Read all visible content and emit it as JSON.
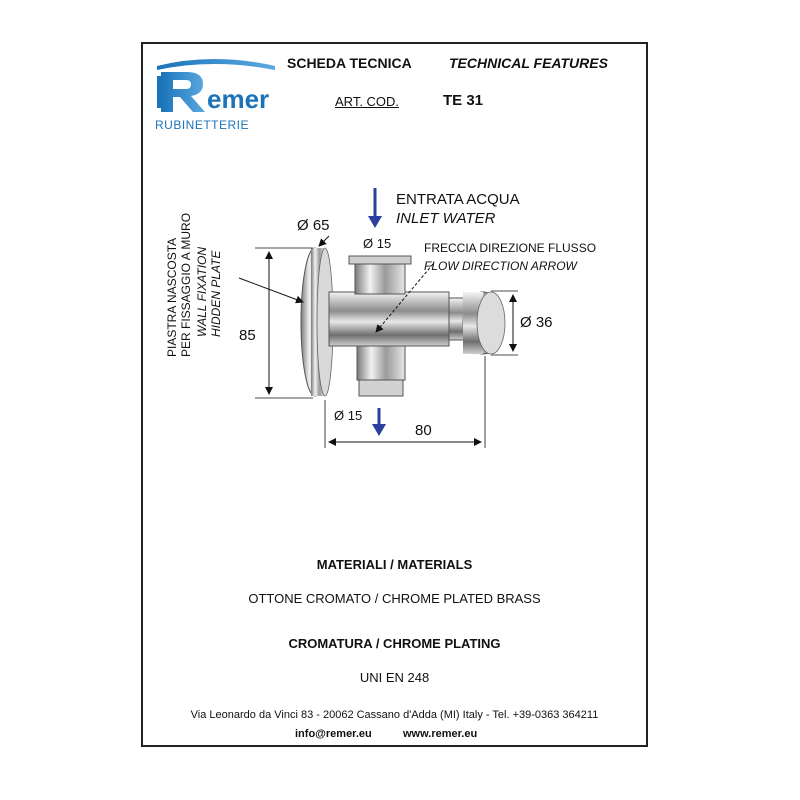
{
  "brand": {
    "name": "emer",
    "sub": "RUBINETTERIE",
    "color": "#1b74b9"
  },
  "header": {
    "title_it": "SCHEDA TECNICA",
    "title_en": "TECHNICAL FEATURES",
    "art_label": "ART. COD.",
    "art_code": "TE 31"
  },
  "drawing": {
    "inlet_it": "ENTRATA ACQUA",
    "inlet_en": "INLET  WATER",
    "arrow_it": "FRECCIA DIREZIONE FLUSSO",
    "arrow_en": "FLOW DIRECTION ARROW",
    "plate_it_1": "PIASTRA NASCOSTA",
    "plate_it_2": "PER FISSAGGIO A MURO",
    "plate_en_1": "WALL FIXATION",
    "plate_en_2": "HIDDEN PLATE",
    "dim_plate": "Ø 65",
    "dim_top": "Ø 15",
    "dim_bottom": "Ø 15",
    "dim_button": "Ø 36",
    "dim_height": "85",
    "dim_length": "80",
    "arrow_color": "#2a3f9e"
  },
  "specs": {
    "materials_title": "MATERIALI / MATERIALS",
    "materials_value": "OTTONE CROMATO / CHROME PLATED BRASS",
    "plating_title": "CROMATURA / CHROME PLATING",
    "plating_value": "UNI EN 248"
  },
  "footer": {
    "address": "Via Leonardo da Vinci 83 - 20062 Cassano d'Adda (MI) Italy - Tel. +39-0363 364211",
    "email": "info@remer.eu",
    "web": "www.remer.eu"
  }
}
